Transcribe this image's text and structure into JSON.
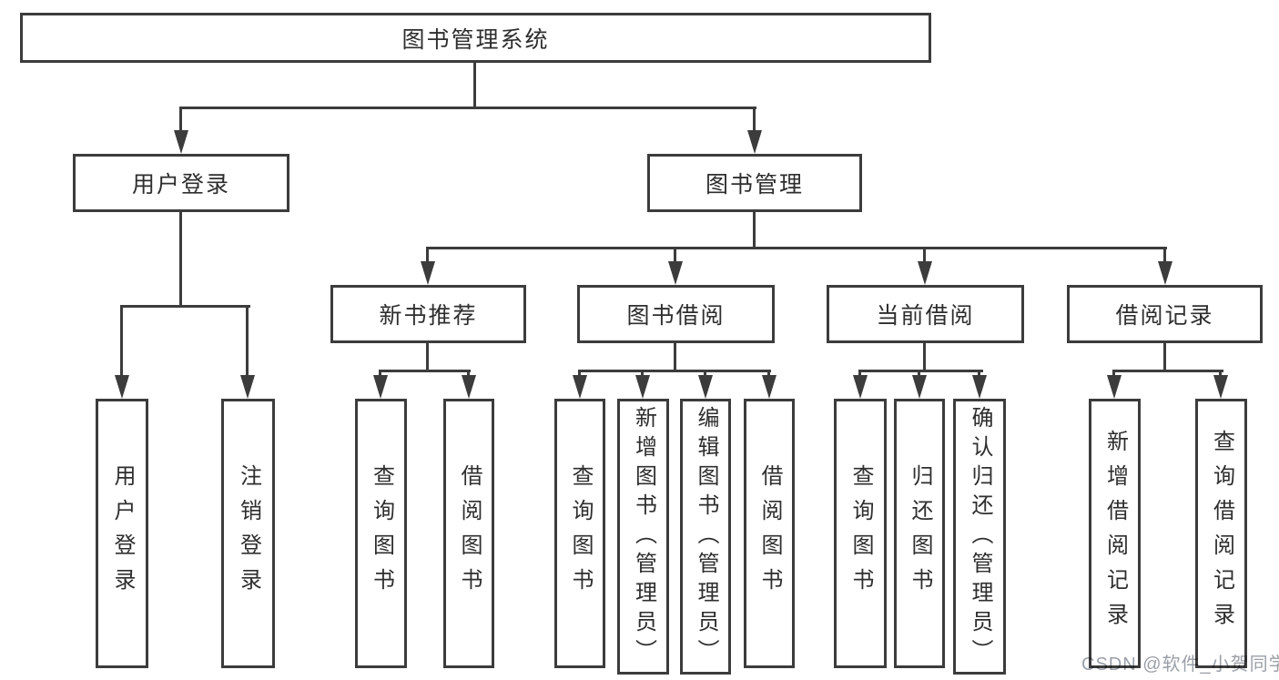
{
  "diagram": {
    "type": "hierarchy-tree",
    "title": "图书管理系统",
    "levels": 4
  },
  "nodes": {
    "root": {
      "label": "图书管理系统"
    },
    "user_login": {
      "label": "用户登录"
    },
    "book_mgmt": {
      "label": "图书管理"
    },
    "login": {
      "label": "用户登录"
    },
    "logout": {
      "label": "注销登录"
    },
    "new_book_rec": {
      "label": "新书推荐"
    },
    "book_borrow": {
      "label": "图书借阅"
    },
    "current_borrow": {
      "label": "当前借阅"
    },
    "borrow_records": {
      "label": "借阅记录"
    },
    "nb_query": {
      "label": "查询图书"
    },
    "nb_borrow": {
      "label": "借阅图书"
    },
    "bb_query": {
      "label": "查询图书"
    },
    "bb_add": {
      "label": "新增图书（管理员）"
    },
    "bb_edit": {
      "label": "编辑图书（管理员）"
    },
    "bb_borrow": {
      "label": "借阅图书"
    },
    "cb_query": {
      "label": "查询图书"
    },
    "cb_return": {
      "label": "归还图书"
    },
    "cb_confirm": {
      "label": "确认归还（管理员）"
    },
    "br_add": {
      "label": "新增借阅记录"
    },
    "br_query": {
      "label": "查询借阅记录"
    }
  },
  "edges": [
    {
      "from": "root",
      "to": [
        "user_login",
        "book_mgmt"
      ]
    },
    {
      "from": "user_login",
      "to": [
        "login",
        "logout"
      ]
    },
    {
      "from": "book_mgmt",
      "to": [
        "new_book_rec",
        "book_borrow",
        "current_borrow",
        "borrow_records"
      ]
    },
    {
      "from": "new_book_rec",
      "to": [
        "nb_query",
        "nb_borrow"
      ]
    },
    {
      "from": "book_borrow",
      "to": [
        "bb_query",
        "bb_add",
        "bb_edit",
        "bb_borrow"
      ]
    },
    {
      "from": "current_borrow",
      "to": [
        "cb_query",
        "cb_return",
        "cb_confirm"
      ]
    },
    {
      "from": "borrow_records",
      "to": [
        "br_add",
        "br_query"
      ]
    }
  ],
  "watermark": {
    "text": "CSDN @软件_小贺同学"
  },
  "colors": {
    "line": "#3c3c3c",
    "text": "#2e2e2e",
    "watermark": "#9aa0a8",
    "background": "#ffffff"
  }
}
